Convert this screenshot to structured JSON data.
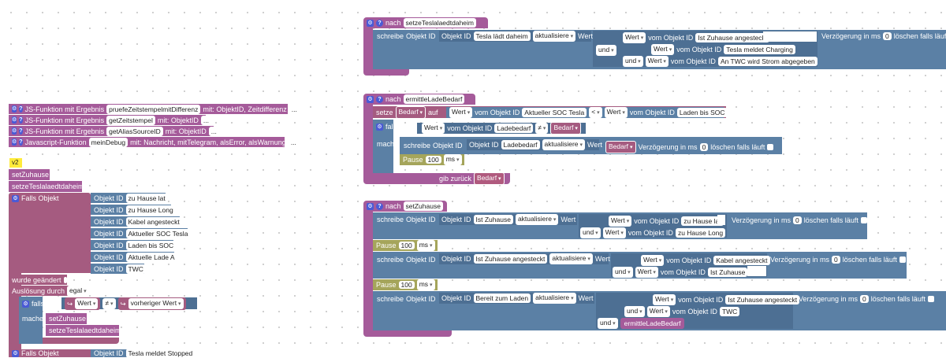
{
  "icons": {
    "gear": "⚙",
    "help": "?",
    "arrow": "↪"
  },
  "topfunc": {
    "nach": "nach",
    "name": "setzeTeslalaedtdaheim",
    "schreibe": "schreibe",
    "objektid": "Objekt ID",
    "objektid2": "Objekt ID",
    "obj": "Tesla lädt daheim",
    "aktualisiere": "aktualisiere",
    "wert": "Wert",
    "und": "und",
    "wert1": "Wert",
    "vom": "vom Objekt ID",
    "obj1": "Ist Zuhause angesteckt",
    "obj2": "Tesla meldet Charging",
    "obj3": "An TWC wird Strom abgegeben",
    "verz": "Verzögerung in ms",
    "zero": "0",
    "loeschen": "löschen falls läuft"
  },
  "ermittle": {
    "nach": "nach",
    "name": "ermittleLadeBedarf",
    "setze": "setze",
    "var": "Bedarf",
    "auf": "auf",
    "wert": "Wert",
    "vom": "vom Objekt ID",
    "obj1": "Aktueller SOC Tesla",
    "op": "<",
    "obj2": "Laden bis SOC",
    "falls": "falls",
    "obj3": "Ladebedarf",
    "neq": "≠",
    "mache": "mache",
    "schreibe": "schreibe",
    "objektid": "Objekt ID",
    "objektid2": "Objekt ID",
    "aktualisiere": "aktualisiere",
    "verz": "Verzögerung in ms",
    "zero": "0",
    "loeschen": "löschen falls läuft",
    "pause": "Pause",
    "p100": "100",
    "ms": "ms",
    "gib": "gib zurück"
  },
  "zuhause": {
    "nach": "nach",
    "name": "setZuhause",
    "schreibe": "schreibe",
    "objektid": "Objekt ID",
    "objektid2": "Objekt ID",
    "obj": "Ist Zuhause",
    "aktualisiere": "aktualisiere",
    "wert": "Wert",
    "vom": "vom Objekt ID",
    "obj1": "zu Hause lat",
    "obj2": "zu Hause Long",
    "und": "und",
    "verz": "Verzögerung in ms",
    "zero": "0",
    "loeschen": "löschen falls läuft",
    "pause": "Pause",
    "p100": "100",
    "ms": "ms",
    "objB": "Ist Zuhause angesteckt",
    "objB1": "Kabel angesteckt",
    "objB2": "Ist Zuhause",
    "objC": "Bereit zum Laden",
    "objC1": "Ist Zuhause angesteckt",
    "objC2": "TWC",
    "ermittle": "ermittleLadeBedarf"
  },
  "jsfuncs": [
    {
      "label": "JS-Funktion mit Ergebnis",
      "name": "pruefeZeitstempelmitDifferenz",
      "rest": "mit: ObjektID, Zeitdifferenz"
    },
    {
      "label": "JS-Funktion mit Ergebnis",
      "name": "getZeitstempel",
      "rest": "mit: ObjektID"
    },
    {
      "label": "JS-Funktion mit Ergebnis",
      "name": "getAliasSourceID",
      "rest": "mit: ObjektID"
    },
    {
      "label": "Javascript-Funktion",
      "name": "meinDebug",
      "rest": "mit: Nachricht, mitTelegram, alsError, alsWarnung"
    }
  ],
  "ellipsis": "...",
  "trigger": {
    "v2": "v2",
    "call1": "setZuhause",
    "call2": "setzeTeslalaedtdaheim",
    "falls": "Falls Objekt",
    "objektid": "Objekt ID",
    "objs": [
      "zu Hause lat",
      "zu Hause Long",
      "Kabel angesteckt",
      "Aktueller SOC Tesla",
      "Laden bis SOC",
      "Aktuelle Lade A",
      "TWC"
    ],
    "geaendert": "wurde geändert",
    "ausloesung": "Auslösung durch",
    "egal": "egal",
    "fallsif": "falls",
    "wert": "Wert",
    "neq": "≠",
    "vorher": "vorheriger Wert",
    "mache": "mache",
    "c1": "setZuhause",
    "c2": "setzeTeslalaedtdaheim",
    "falls2": "Falls Objekt",
    "obj2": "Tesla meldet Stopped"
  }
}
